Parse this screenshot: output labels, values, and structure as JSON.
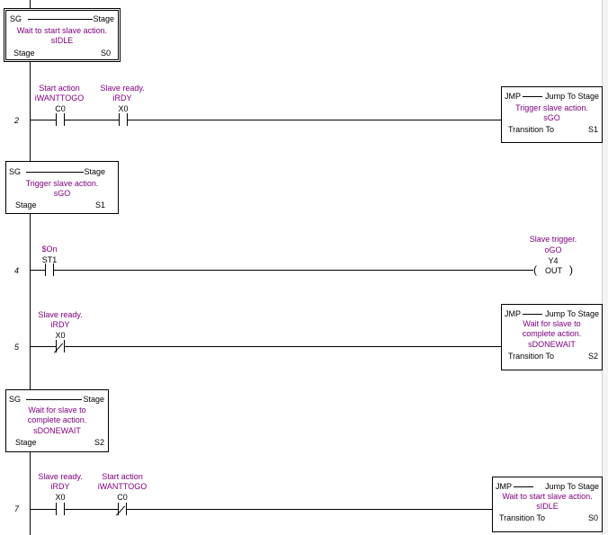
{
  "stage0": {
    "sg": "SG",
    "stage_word": "Stage",
    "comment": "Wait to start slave action.",
    "nick": "sIDLE",
    "footer_left": "Stage",
    "footer_right": "S0"
  },
  "rung2": {
    "number": "2",
    "c1": {
      "comment": "Start action",
      "nick": "iWANTTOGO",
      "addr": "C0"
    },
    "c2": {
      "comment": "Slave ready.",
      "nick": "iRDY",
      "addr": "X0"
    },
    "jmp": {
      "jmp": "JMP",
      "title": "Jump To Stage",
      "comment": "Trigger slave action.",
      "nick": "sGO",
      "footer_left": "Transition To",
      "footer_right": "S1"
    }
  },
  "stage1": {
    "sg": "SG",
    "stage_word": "Stage",
    "comment": "Trigger slave action.",
    "nick": "sGO",
    "footer_left": "Stage",
    "footer_right": "S1"
  },
  "rung4": {
    "number": "4",
    "c1": {
      "nick": "$On",
      "addr": "ST1"
    },
    "coil": {
      "comment": "Slave trigger.",
      "nick": "oGO",
      "addr": "Y4",
      "type": "OUT"
    }
  },
  "rung5": {
    "number": "5",
    "c1": {
      "comment": "Slave ready.",
      "nick": "iRDY",
      "addr": "X0"
    },
    "jmp": {
      "jmp": "JMP",
      "title": "Jump To Stage",
      "comment1": "Wait for slave to",
      "comment2": "complete action.",
      "nick": "sDONEWAIT",
      "footer_left": "Transition To",
      "footer_right": "S2"
    }
  },
  "stage2": {
    "sg": "SG",
    "stage_word": "Stage",
    "comment1": "Wait for slave to",
    "comment2": "complete action.",
    "nick": "sDONEWAIT",
    "footer_left": "Stage",
    "footer_right": "S2"
  },
  "rung7": {
    "number": "7",
    "c1": {
      "comment": "Slave ready.",
      "nick": "iRDY",
      "addr": "X0"
    },
    "c2": {
      "comment": "Start action",
      "nick": "iWANTTOGO",
      "addr": "C0"
    },
    "jmp": {
      "jmp": "JMP",
      "title": "Jump To Stage",
      "comment": "Wait to start slave action.",
      "nick": "sIDLE",
      "footer_left": "Transition To",
      "footer_right": "S0"
    }
  }
}
